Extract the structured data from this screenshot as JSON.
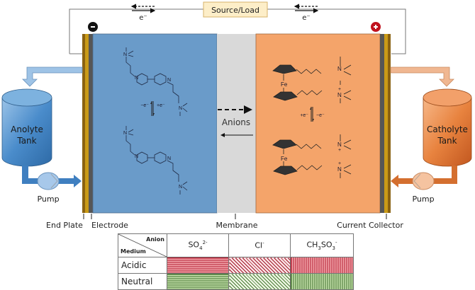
{
  "external_circuit": {
    "source_load_label": "Source/Load",
    "electron_label_left": "e⁻",
    "electron_label_right": "e⁻",
    "negative_terminal": "−",
    "positive_terminal": "+"
  },
  "cell": {
    "anolyte_color": "#6a9bc9",
    "catholyte_color": "#f4a46a",
    "membrane_color": "#d9d9d9",
    "end_plate_color": "#8a6212",
    "current_collector_color": "#c99a17",
    "electrode_color": "#555555",
    "membrane_transport_label": "Anions",
    "anolyte_redox_labels": {
      "left": "−e⁻",
      "right": "+e⁻"
    },
    "catholyte_redox_labels": {
      "left": "+e⁻",
      "right": "−e⁻"
    },
    "atom_labels": {
      "nitrogen": "N",
      "iron": "Fe",
      "plus": "+"
    }
  },
  "tanks": {
    "anolyte": {
      "line1": "Anolyte",
      "line2": "Tank",
      "color": "#3f7fc0"
    },
    "catholyte": {
      "line1": "Catholyte",
      "line2": "Tank",
      "color": "#e07a3a"
    }
  },
  "pumps": {
    "left_label": "Pump",
    "right_label": "Pump"
  },
  "component_labels": {
    "end_plate": "End Plate",
    "electrode": "Electrode",
    "membrane": "Membrane",
    "current_collector": "Current Collector"
  },
  "compatibility_table": {
    "corner_top": "Anion",
    "corner_bottom": "Medium",
    "columns": [
      {
        "base": "SO",
        "sub": "4",
        "sup": "2-"
      },
      {
        "base": "Cl",
        "sub": "",
        "sup": "-"
      },
      {
        "base": "CH",
        "sub": "3",
        "mid": "SO",
        "sub2": "3",
        "sup": "-"
      }
    ],
    "rows": [
      {
        "label": "Acidic",
        "color": "#e0707a"
      },
      {
        "label": "Neutral",
        "color": "#9cc97a"
      }
    ]
  }
}
